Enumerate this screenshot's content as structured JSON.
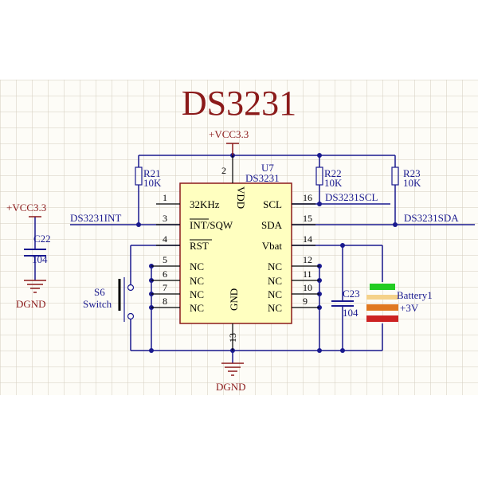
{
  "title": "DS3231",
  "power": {
    "vcc_top": "+VCC3.3",
    "vcc_left": "+VCC3.3",
    "gnd_left": "DGND",
    "gnd_bottom": "DGND"
  },
  "chip": {
    "ref": "U7",
    "part": "DS3231",
    "left_pins": [
      {
        "num": "1",
        "name": "32KHz"
      },
      {
        "num": "3",
        "name": "INT/SQW"
      },
      {
        "num": "4",
        "name": "RST"
      },
      {
        "num": "5",
        "name": "NC"
      },
      {
        "num": "6",
        "name": "NC"
      },
      {
        "num": "7",
        "name": "NC"
      },
      {
        "num": "8",
        "name": "NC"
      }
    ],
    "right_pins": [
      {
        "num": "16",
        "name": "SCL"
      },
      {
        "num": "15",
        "name": "SDA"
      },
      {
        "num": "14",
        "name": "Vbat"
      },
      {
        "num": "12",
        "name": "NC"
      },
      {
        "num": "11",
        "name": "NC"
      },
      {
        "num": "10",
        "name": "NC"
      },
      {
        "num": "9",
        "name": "NC"
      }
    ],
    "top_pin": {
      "num": "2",
      "name": "VDD"
    },
    "bottom_pin": {
      "num": "13",
      "name": "GND"
    }
  },
  "resistors": [
    {
      "ref": "R21",
      "value": "10K"
    },
    {
      "ref": "R22",
      "value": "10K"
    },
    {
      "ref": "R23",
      "value": "10K"
    }
  ],
  "capacitors": [
    {
      "ref": "C22",
      "value": "104"
    },
    {
      "ref": "C23",
      "value": "104"
    }
  ],
  "switch": {
    "ref": "S6",
    "type": "Switch"
  },
  "battery": {
    "ref": "Battery1",
    "voltage": "+3V"
  },
  "nets": {
    "int": "DS3231INT",
    "scl": "DS3231SCL",
    "sda": "DS3231SDA"
  },
  "colors": {
    "title": "#8b1a1a",
    "wire": "#1a1a8f",
    "chip_fill": "#ffffc0",
    "battery_bands": [
      "#22cc22",
      "#f5d28a",
      "#e07820",
      "#cc2222"
    ]
  }
}
